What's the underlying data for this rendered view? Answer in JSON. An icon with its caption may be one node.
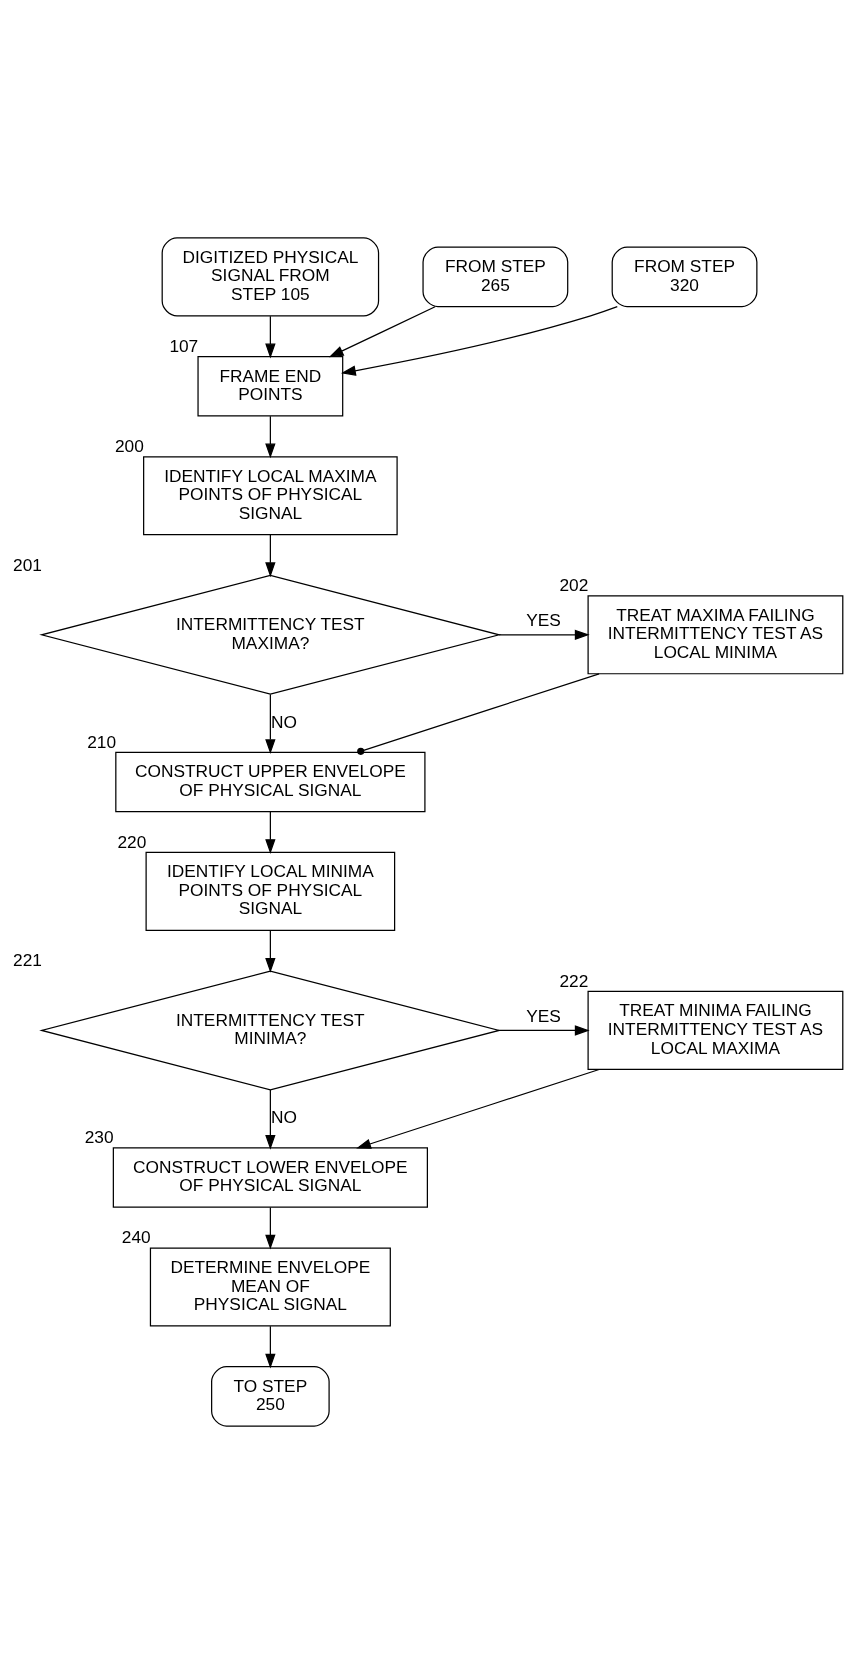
{
  "diagram": {
    "nodes": [
      {
        "text": [
          "DIGITIZED PHYSICAL SIGNAL FROM STEP 105"
        ]
      },
      {
        "text": [
          "FROM STEP 265"
        ]
      },
      {
        "text": [
          "FROM STEP 320"
        ]
      },
      {
        "text": [
          "FRAME END POINTS"
        ],
        "beside": [
          "107"
        ]
      },
      {
        "text": [
          "IDENTIFY LOCAL MAXIMA POINTS OF PHYSICAL SIGNAL"
        ],
        "beside": [
          "200"
        ]
      },
      {
        "text": [
          "INTERMITTENCY TEST MAXIMA?"
        ],
        "beside": [
          "201"
        ]
      },
      {
        "text": [
          "TREAT MAXIMA FAILING INTERMITTENCY TEST AS LOCAL MINIMA"
        ],
        "beside": [
          "202"
        ]
      },
      {
        "text": [
          "CONSTRUCT UPPER ENVELOPE OF PHYSICAL SIGNAL"
        ],
        "beside": [
          "210"
        ]
      },
      {
        "text": [
          "IDENTIFY LOCAL MINIMA POINTS OF PHYSICAL SIGNAL"
        ],
        "beside": [
          "220"
        ]
      },
      {
        "text": [
          "INTERMITTENCY TEST MINIMA?"
        ],
        "beside": [
          "221"
        ]
      },
      {
        "text": [
          "TREAT MINIMA FAILING INTERMITTENCY TEST AS LOCAL MAXIMA"
        ],
        "beside": [
          "222"
        ]
      },
      {
        "text": [
          "CONSTRUCT LOWER ENVELOPE OF PHYSICAL SIGNAL"
        ],
        "beside": [
          "230"
        ]
      },
      {
        "text": [
          "DETERMINE ENVELOPE MEAN OF PHYSICAL SIGNAL"
        ],
        "beside": [
          "240"
        ]
      },
      {
        "text": [
          "TO STEP 250"
        ]
      }
    ],
    "edges": [
      {
        "from": 0,
        "to": 3,
        "arrow": "to"
      },
      {
        "from": 1,
        "to": 3,
        "arrow": "to"
      },
      {
        "from": 2,
        "to": 3,
        "arrow": "to"
      },
      {
        "from": 3,
        "to": 4,
        "arrow": "to"
      },
      {
        "from": 4,
        "to": 5,
        "arrow": "to"
      },
      {
        "from": 5,
        "to": 6,
        "arrow": "to",
        "label": "YES"
      },
      {
        "from": 5,
        "to": 7,
        "arrow": "to",
        "label": "NO"
      },
      {
        "from": 6,
        "to": 7,
        "arrow": "other"
      },
      {
        "from": 7,
        "to": 8,
        "arrow": "to"
      },
      {
        "from": 8,
        "to": 9,
        "arrow": "to"
      },
      {
        "from": 9,
        "to": 10,
        "arrow": "to",
        "label": "YES"
      },
      {
        "from": 9,
        "to": 11,
        "arrow": "to",
        "label": "NO"
      },
      {
        "from": 10,
        "to": 11,
        "arrow": "to"
      },
      {
        "from": 11,
        "to": 12,
        "arrow": "to"
      },
      {
        "from": 12,
        "to": 13,
        "arrow": "to"
      }
    ]
  }
}
